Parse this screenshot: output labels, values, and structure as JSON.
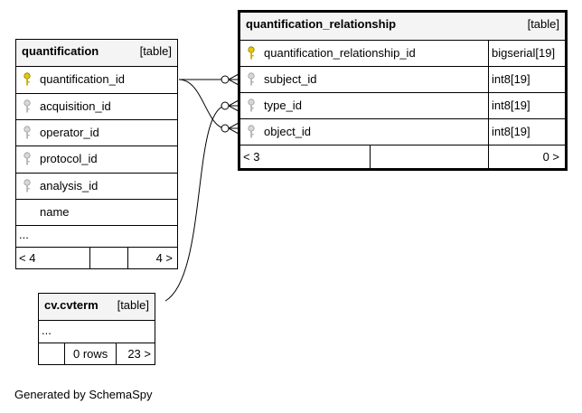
{
  "tables": {
    "quantification": {
      "name": "quantification",
      "type_label": "[table]",
      "columns": [
        {
          "name": "quantification_id",
          "key": "primary"
        },
        {
          "name": "acquisition_id",
          "key": "foreign"
        },
        {
          "name": "operator_id",
          "key": "foreign"
        },
        {
          "name": "protocol_id",
          "key": "foreign"
        },
        {
          "name": "analysis_id",
          "key": "foreign"
        },
        {
          "name": "name",
          "key": "none"
        }
      ],
      "ellipsis": "...",
      "footer_left": "< 4",
      "footer_mid": "",
      "footer_right": "4 >"
    },
    "quantification_relationship": {
      "name": "quantification_relationship",
      "type_label": "[table]",
      "columns": [
        {
          "name": "quantification_relationship_id",
          "datatype": "bigserial[19]",
          "key": "primary"
        },
        {
          "name": "subject_id",
          "datatype": "int8[19]",
          "key": "foreign"
        },
        {
          "name": "type_id",
          "datatype": "int8[19]",
          "key": "foreign"
        },
        {
          "name": "object_id",
          "datatype": "int8[19]",
          "key": "foreign"
        }
      ],
      "footer_left": "< 3",
      "footer_mid": "",
      "footer_right": "0 >"
    },
    "cvterm": {
      "name": "cv.cvterm",
      "type_label": "[table]",
      "ellipsis": "...",
      "footer_left": "",
      "footer_mid": "0 rows",
      "footer_right": "23 >"
    }
  },
  "colors": {
    "primary_key": "#e8c800",
    "foreign_key": "#b4b4b4",
    "header_bg": "#f4f4f4",
    "line": "#000000"
  },
  "icons": {
    "primary_key": "key-icon",
    "foreign_key": "foreign-key-icon"
  },
  "footer_text": "Generated by SchemaSpy"
}
